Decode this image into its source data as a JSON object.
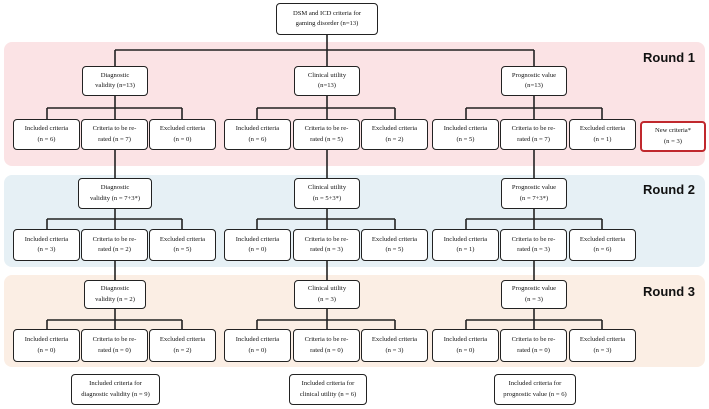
{
  "colors": {
    "round1": "#fbe3e5",
    "round2": "#e6f0f5",
    "round3": "#fbeee4",
    "new_border": "#c0282d"
  },
  "rounds": {
    "r1": "Round 1",
    "r2": "Round 2",
    "r3": "Round 3"
  },
  "top": [
    "DSM and ICD criteria for",
    "gaming disorder (n=13)"
  ],
  "r1": {
    "dv": [
      "Diagnostic",
      "validity (n=13)"
    ],
    "cu": [
      "Clinical utility",
      "(n=13)"
    ],
    "pv": [
      "Prognostic value",
      "(n=13)"
    ],
    "dv_inc": [
      "Included criteria",
      "(n = 6)"
    ],
    "dv_rer": [
      "Criteria to be re-",
      "rated (n = 7)"
    ],
    "dv_exc": [
      "Excluded criteria",
      "(n = 0)"
    ],
    "cu_inc": [
      "Included criteria",
      "(n = 6)"
    ],
    "cu_rer": [
      "Criteria to be re-",
      "rated (n = 5)"
    ],
    "cu_exc": [
      "Excluded criteria",
      "(n = 2)"
    ],
    "pv_inc": [
      "Included criteria",
      "(n = 5)"
    ],
    "pv_rer": [
      "Criteria to be re-",
      "rated (n = 7)"
    ],
    "pv_exc": [
      "Excluded criteria",
      "(n = 1)"
    ],
    "new": [
      "New criteria*",
      "(n = 3)"
    ]
  },
  "r2": {
    "dv": [
      "Diagnostic",
      "validity (n = 7+3*)"
    ],
    "cu": [
      "Clinical utility",
      "(n = 5+3*)"
    ],
    "pv": [
      "Prognostic value",
      "(n = 7+3*)"
    ],
    "dv_inc": [
      "Included criteria",
      "(n = 3)"
    ],
    "dv_rer": [
      "Criteria to be re-",
      "rated (n = 2)"
    ],
    "dv_exc": [
      "Excluded criteria",
      "(n = 5)"
    ],
    "cu_inc": [
      "Included criteria",
      "(n = 0)"
    ],
    "cu_rer": [
      "Criteria to be re-",
      "rated (n = 3)"
    ],
    "cu_exc": [
      "Excluded criteria",
      "(n = 5)"
    ],
    "pv_inc": [
      "Included criteria",
      "(n = 1)"
    ],
    "pv_rer": [
      "Criteria to be re-",
      "rated (n = 3)"
    ],
    "pv_exc": [
      "Excluded criteria",
      "(n = 6)"
    ]
  },
  "r3": {
    "dv": [
      "Diagnostic",
      "validity (n = 2)"
    ],
    "cu": [
      "Clinical utility",
      "(n = 3)"
    ],
    "pv": [
      "Prognostic value",
      "(n = 3)"
    ],
    "dv_inc": [
      "Included criteria",
      "(n = 0)"
    ],
    "dv_rer": [
      "Criteria to be re-",
      "rated (n = 0)"
    ],
    "dv_exc": [
      "Excluded criteria",
      "(n = 2)"
    ],
    "cu_inc": [
      "Included criteria",
      "(n = 0)"
    ],
    "cu_rer": [
      "Criteria to be re-",
      "rated (n = 0)"
    ],
    "cu_exc": [
      "Excluded criteria",
      "(n = 3)"
    ],
    "pv_inc": [
      "Included criteria",
      "(n = 0)"
    ],
    "pv_rer": [
      "Criteria to be re-",
      "rated (n = 0)"
    ],
    "pv_exc": [
      "Excluded criteria",
      "(n = 3)"
    ]
  },
  "final": {
    "dv": [
      "Included criteria for",
      "diagnostic validity (n = 9)"
    ],
    "cu": [
      "Included criteria for",
      "clinical utility (n = 6)"
    ],
    "pv": [
      "Included criteria for",
      "prognostic value (n = 6)"
    ]
  }
}
